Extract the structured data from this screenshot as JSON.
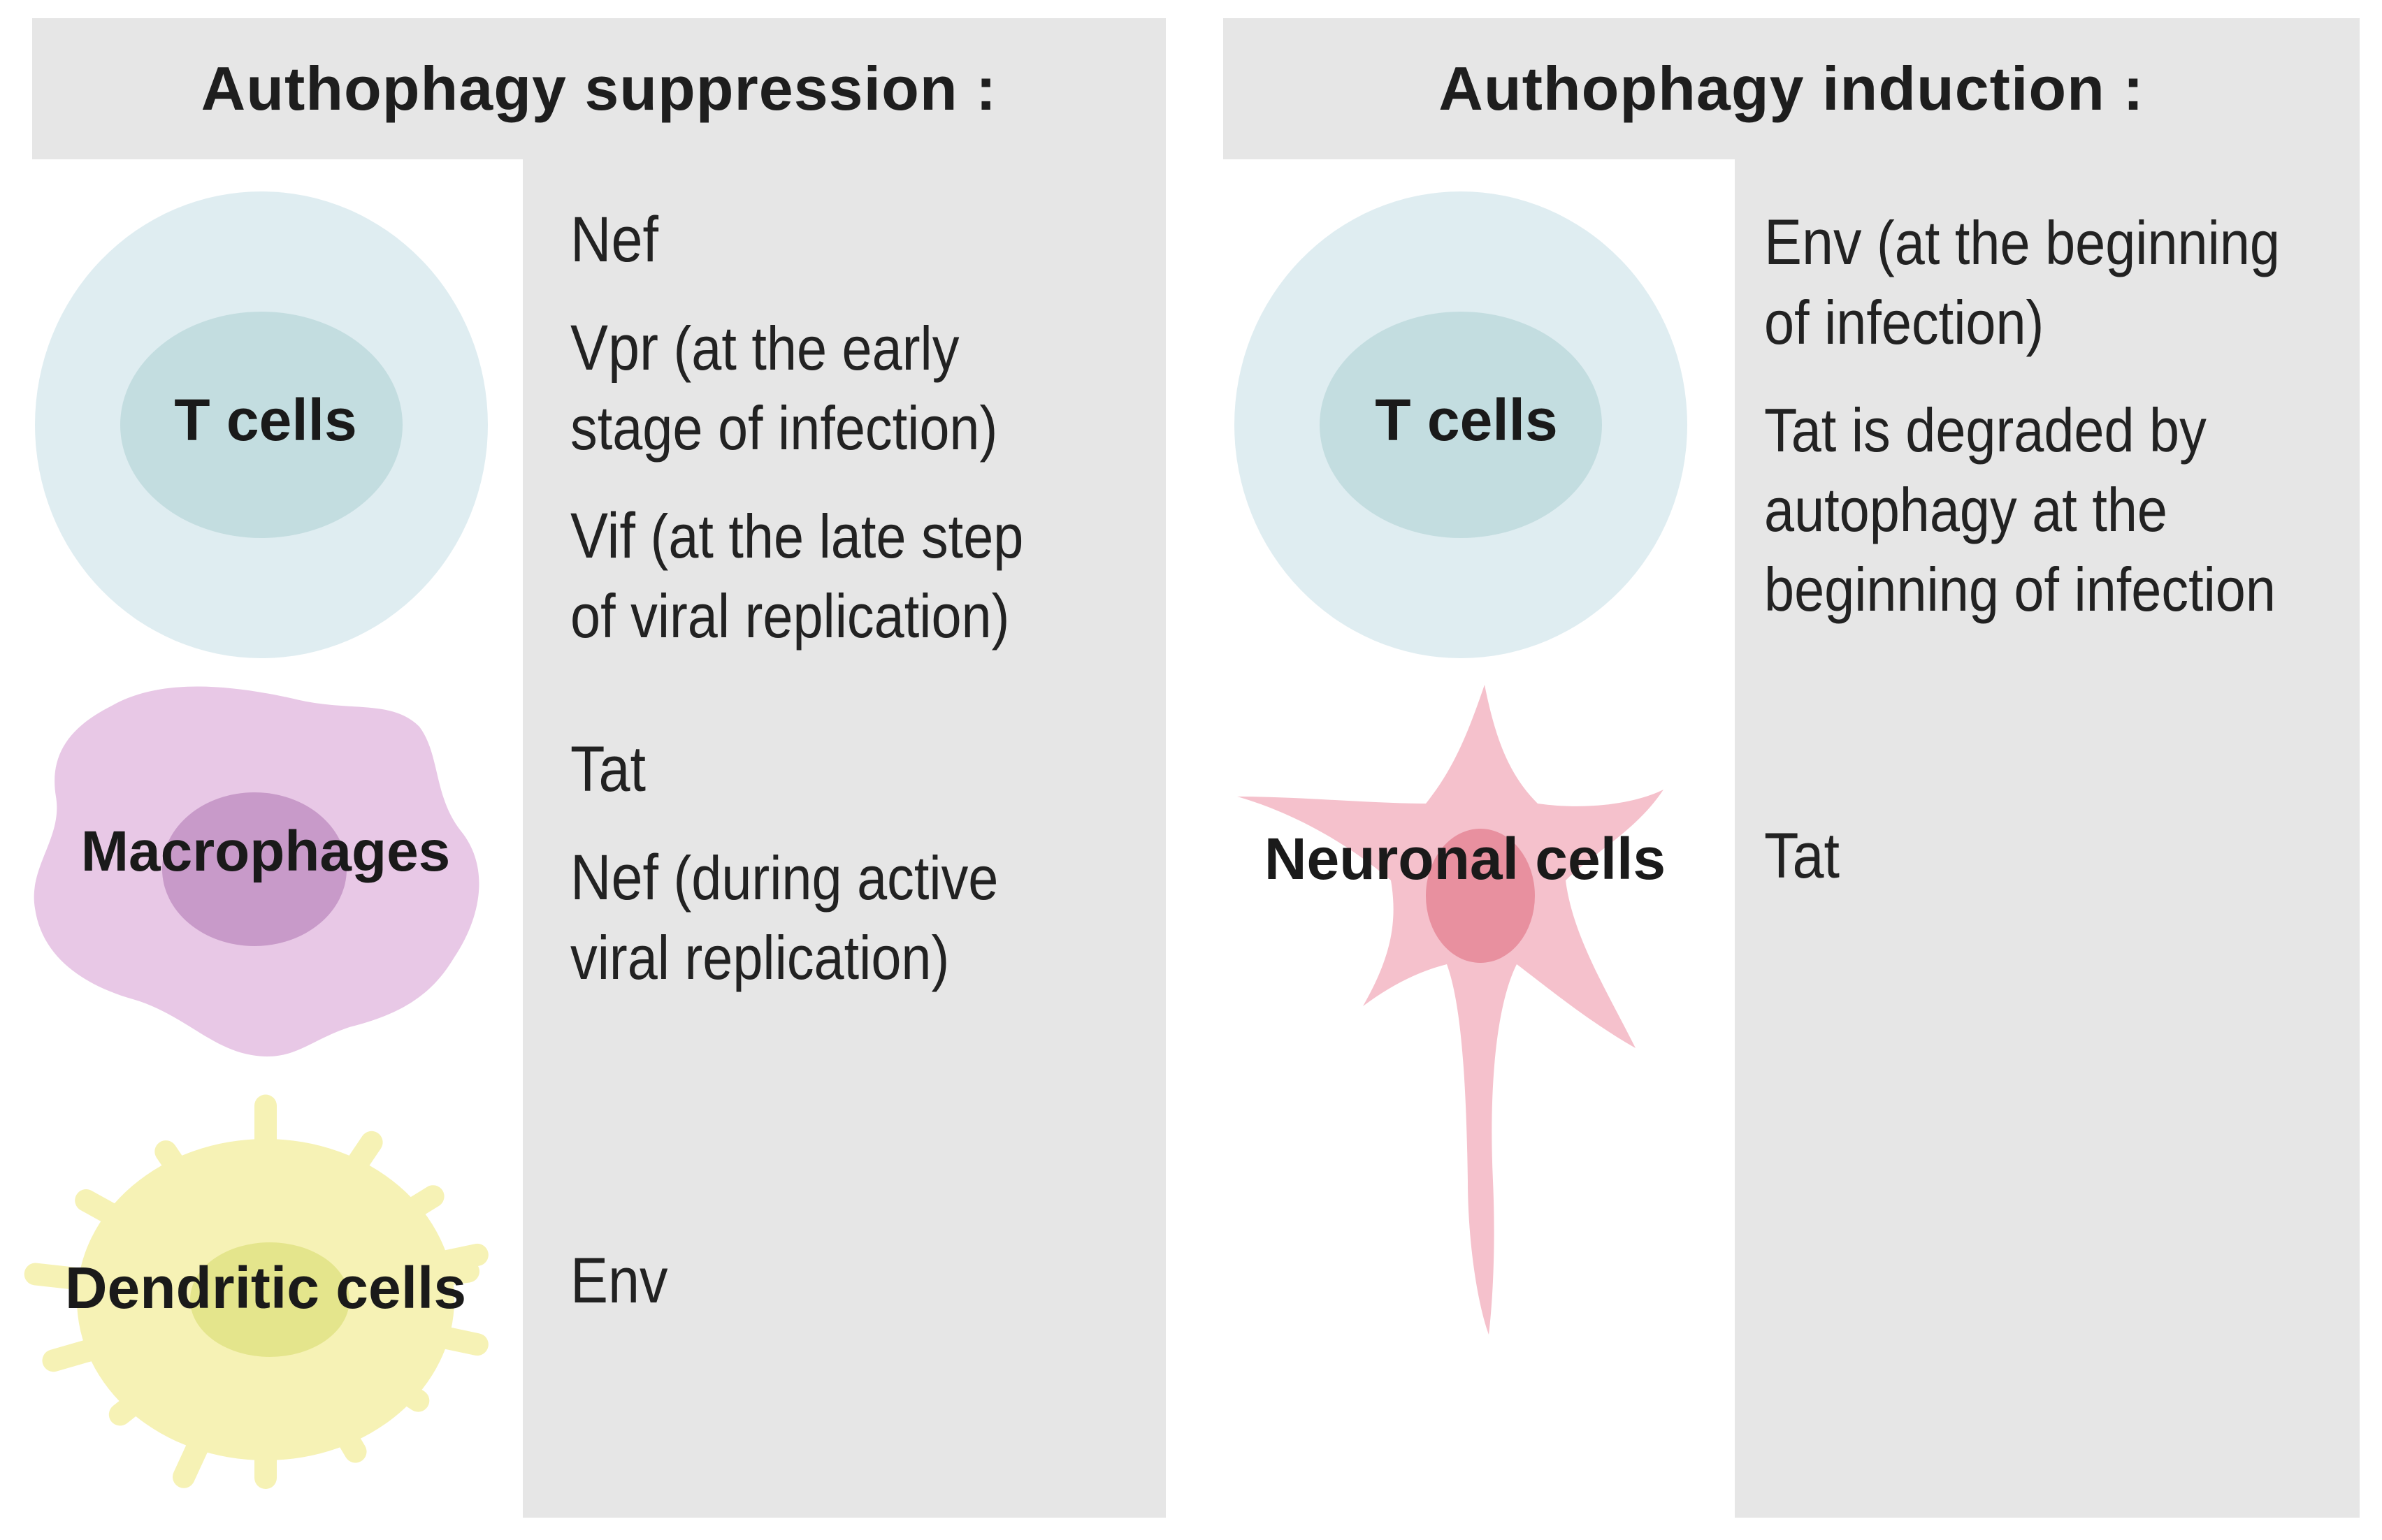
{
  "panels": {
    "suppression": {
      "title": "Authophagy suppression :",
      "rows": [
        {
          "cell": "T cells",
          "items": [
            {
              "lead": "Nef",
              "lines": []
            },
            {
              "lead": "Vpr",
              "lines": [
                " (at the early",
                "stage of infection)"
              ]
            },
            {
              "lead": "Vif",
              "lines": [
                " (at the late step",
                "of viral replication)"
              ]
            }
          ]
        },
        {
          "cell": "Macrophages",
          "items": [
            {
              "lead": "Tat",
              "lines": []
            },
            {
              "lead": "Nef",
              "lines": [
                " (during active",
                "viral replication)"
              ]
            }
          ]
        },
        {
          "cell": "Dendritic cells",
          "items": [
            {
              "lead": "Env",
              "lines": []
            }
          ]
        }
      ]
    },
    "induction": {
      "title": "Authophagy induction :",
      "rows": [
        {
          "cell": "T cells",
          "items": [
            {
              "lead": "Env",
              "lines": [
                " (at the beginning",
                "of infection)"
              ]
            },
            {
              "lead": "",
              "lines": [
                "Tat is degraded by",
                "autophagy at the",
                "beginning of infection"
              ]
            }
          ]
        },
        {
          "cell": "Neuronal cells",
          "items": [
            {
              "lead": "Tat",
              "lines": []
            }
          ]
        }
      ]
    }
  },
  "colors": {
    "panel_gray": "#e6e6e6",
    "t_cell_outer": "#dfedf1",
    "t_cell_inner": "#c3dde0",
    "macrophage_outer": "#e8c8e6",
    "macrophage_inner": "#c89ac9",
    "dendritic_outer": "#f6f2b5",
    "dendritic_inner": "#e4e58c",
    "neuron_outer": "#f5c1cc",
    "neuron_inner": "#e8909f"
  }
}
